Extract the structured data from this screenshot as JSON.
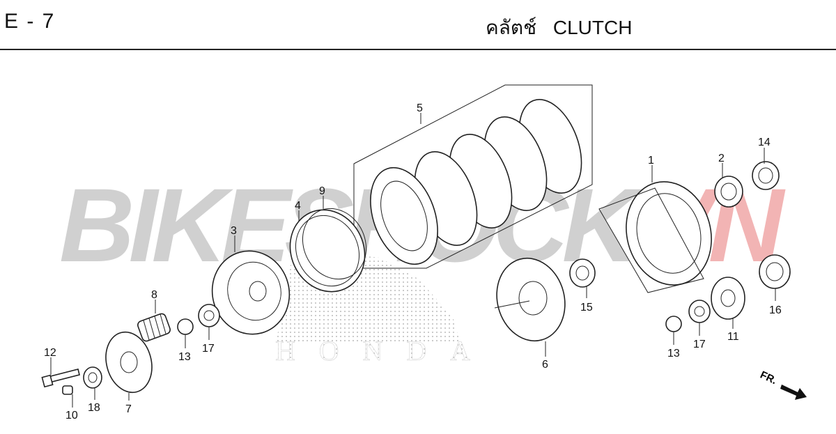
{
  "header": {
    "page_code": "E - 7",
    "title_thai": "คลัตช์",
    "title_en": "CLUTCH"
  },
  "watermark": {
    "brand_gray": "BIKESHOCK",
    "brand_red": "VN",
    "gray_color": "#c8c8c8",
    "red_color": "#f0a8a8"
  },
  "logo": {
    "text": "HONDA"
  },
  "direction": {
    "label": "FR."
  },
  "callouts": [
    "1",
    "2",
    "3",
    "4",
    "5",
    "6",
    "7",
    "8",
    "9",
    "10",
    "11",
    "12",
    "13",
    "13",
    "14",
    "15",
    "16",
    "17",
    "17",
    "18"
  ]
}
